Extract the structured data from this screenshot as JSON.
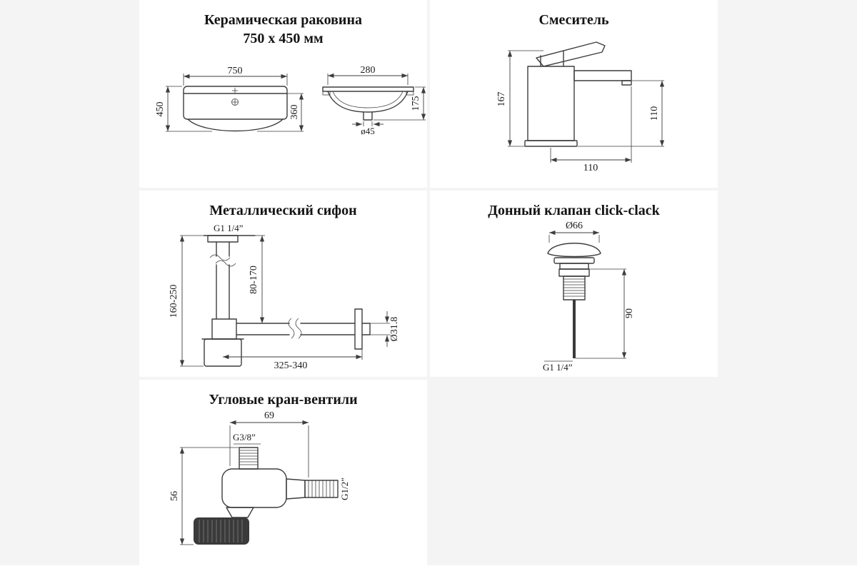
{
  "sink": {
    "title_line1": "Керамическая раковина",
    "title_line2": "750 x 450 мм",
    "front_width": "750",
    "front_height": "450",
    "front_inner_height": "360",
    "side_width": "280",
    "side_height": "175",
    "drain_diameter": "ø45"
  },
  "mixer": {
    "title": "Смеситель",
    "total_height": "167",
    "spout_height": "110",
    "spout_reach": "110"
  },
  "siphon": {
    "title": "Металлический сифон",
    "inlet_thread": "G1 1/4”",
    "vertical_range": "160-250",
    "inlet_depth_range": "80-170",
    "horizontal_range": "325-340",
    "pipe_diameter": "Ø31.8"
  },
  "drain_valve": {
    "title": "Донный клапан click-clack",
    "cap_diameter": "Ø66",
    "body_height": "90",
    "thread": "G1 1/4”"
  },
  "angle_valve": {
    "title": "Угловые кран-вентили",
    "width": "69",
    "inlet_thread": "G3/8”",
    "outlet_thread": "G1/2”",
    "height": "56"
  }
}
